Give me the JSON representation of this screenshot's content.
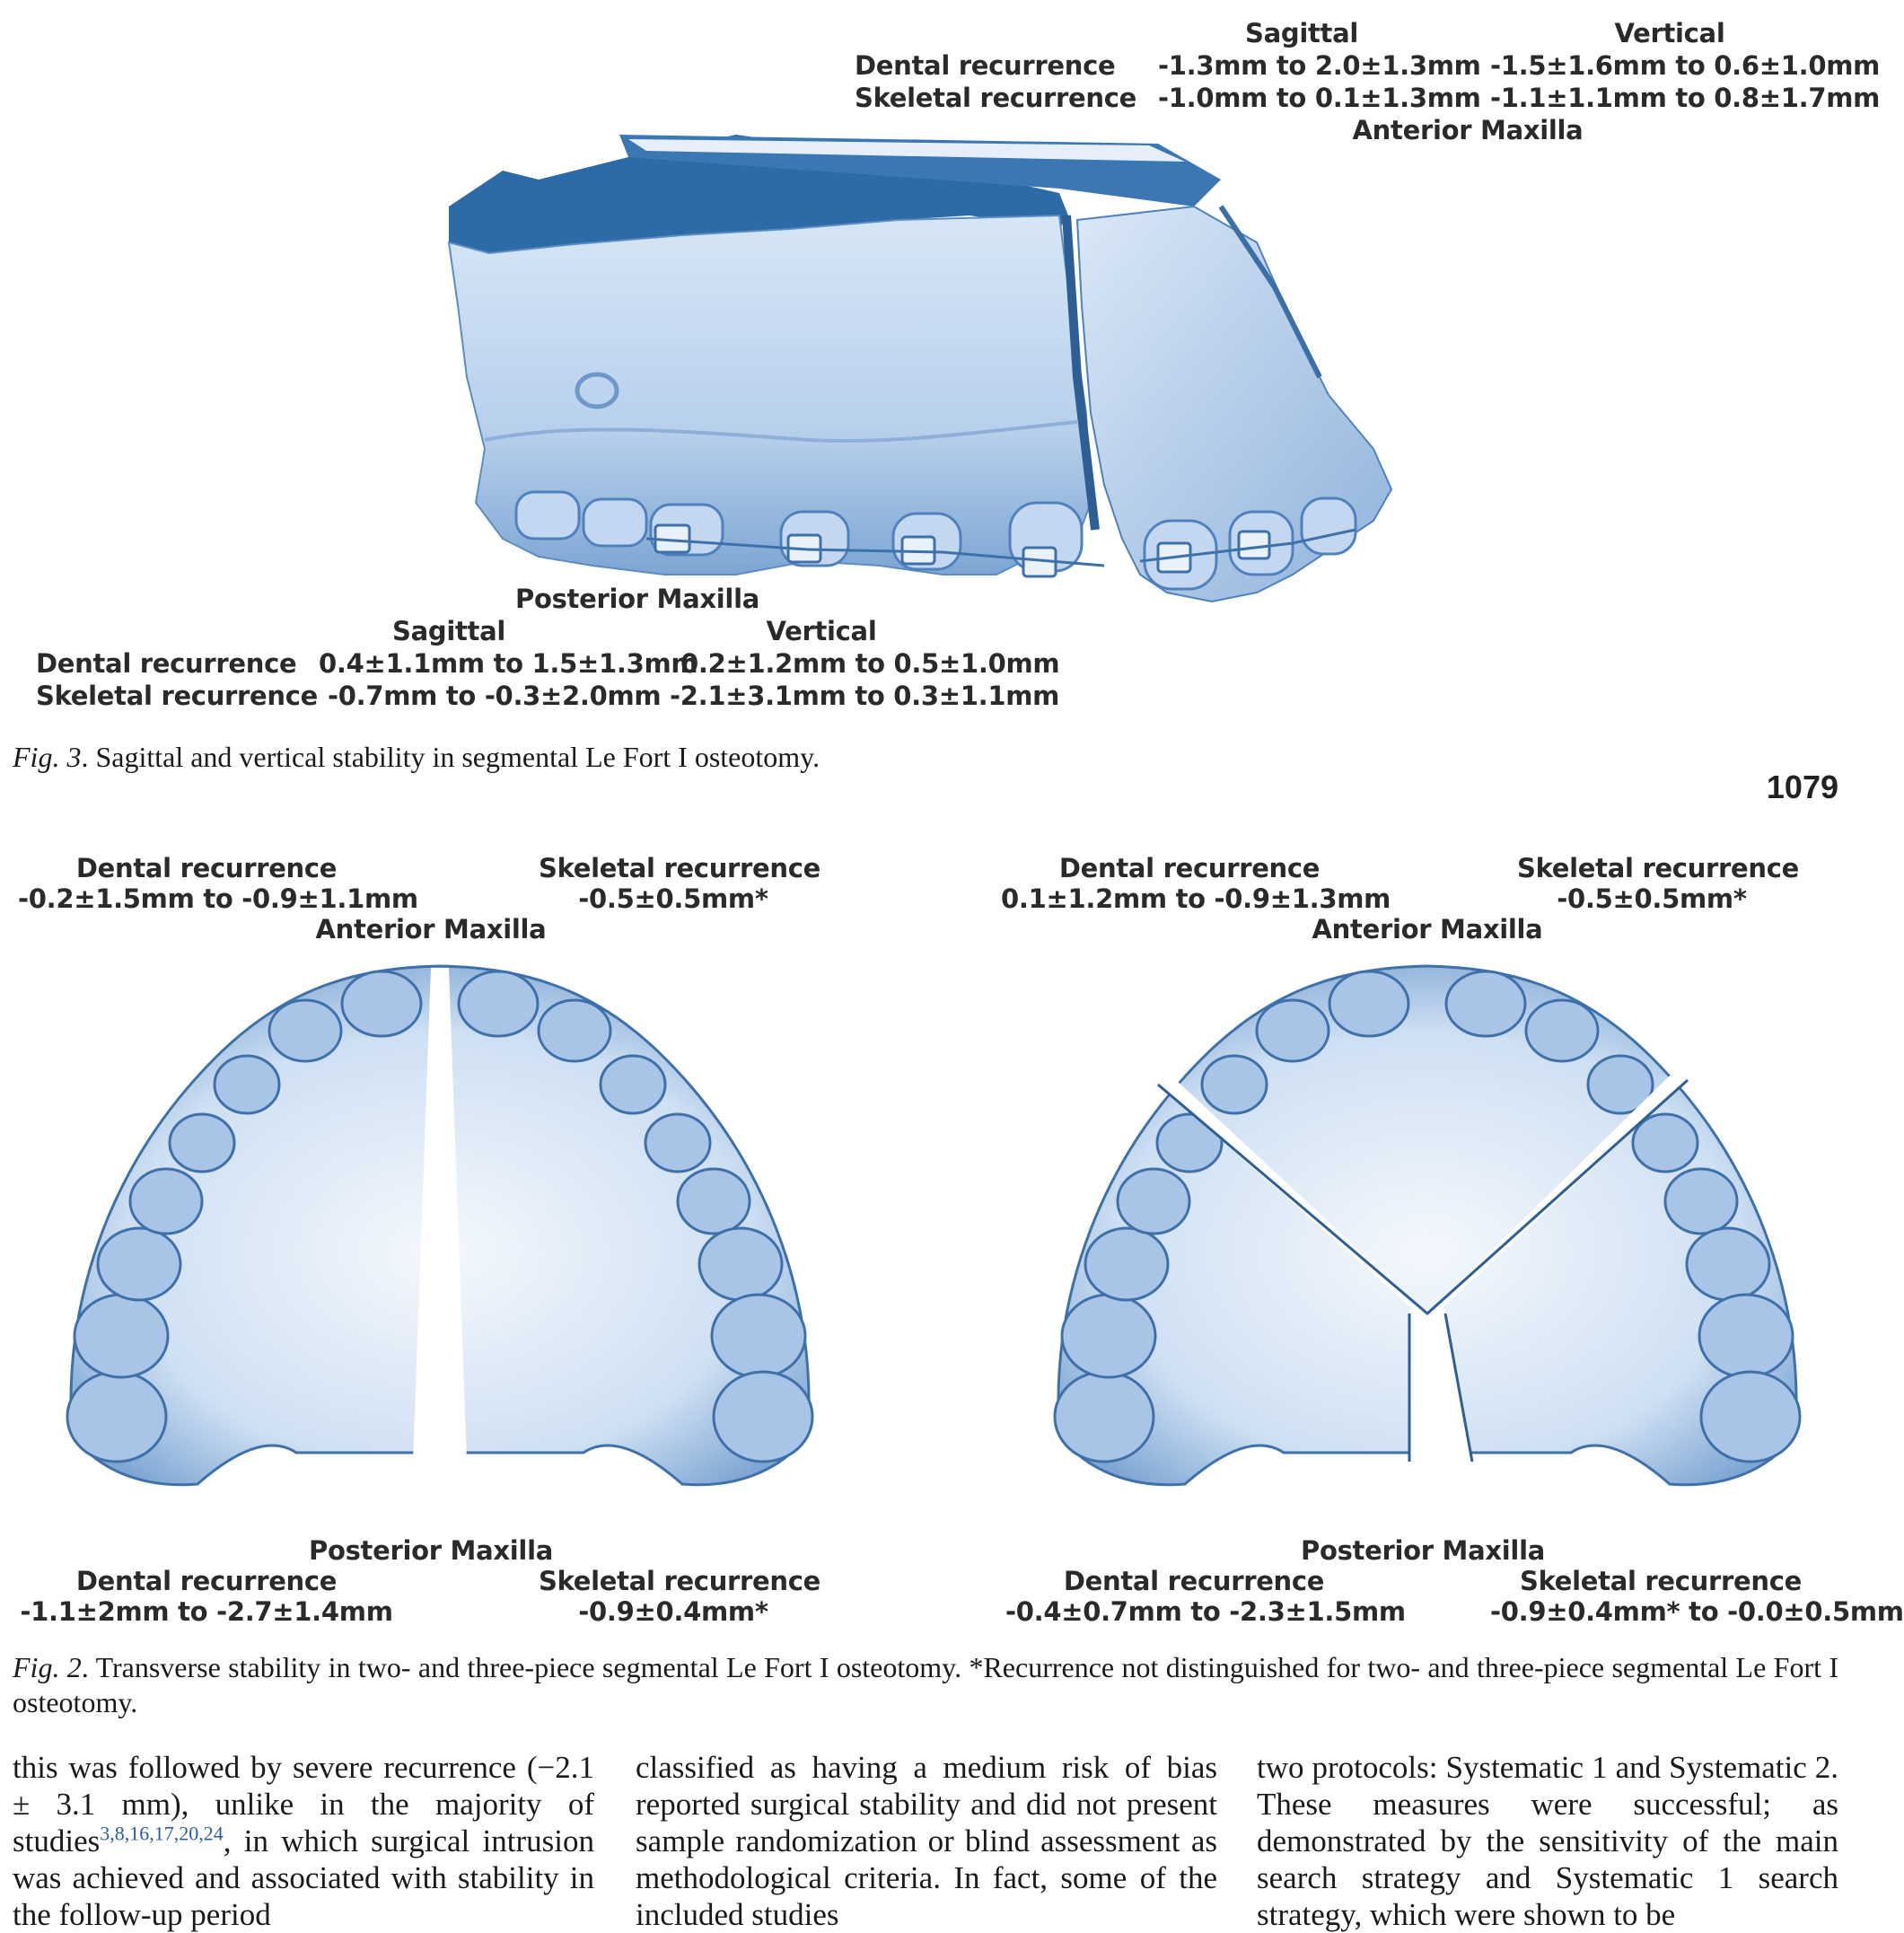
{
  "fig3": {
    "anterior": {
      "title": "Anterior Maxilla",
      "col_sagittal": "Sagittal",
      "col_vertical": "Vertical",
      "row_dental": "Dental recurrence",
      "row_skeletal": "Skeletal recurrence",
      "dental_sagittal": "-1.3mm to 2.0±1.3mm",
      "dental_vertical": "-1.5±1.6mm to 0.6±1.0mm",
      "skeletal_sagittal": "-1.0mm to 0.1±1.3mm",
      "skeletal_vertical": "-1.1±1.1mm to 0.8±1.7mm"
    },
    "posterior": {
      "title": "Posterior Maxilla",
      "col_sagittal": "Sagittal",
      "col_vertical": "Vertical",
      "row_dental": "Dental recurrence",
      "row_skeletal": "Skeletal recurrence",
      "dental_sagittal": "0.4±1.1mm to 1.5±1.3mm",
      "dental_vertical": "0.2±1.2mm to 0.5±1.0mm",
      "skeletal_sagittal": "-0.7mm  to -0.3±2.0mm",
      "skeletal_vertical": "-2.1±3.1mm to 0.3±1.1mm"
    },
    "caption_label": "Fig. 3",
    "caption_text": ". Sagittal and vertical stability in segmental Le Fort I osteotomy."
  },
  "page_number": "1079",
  "fig2": {
    "left": {
      "top_dental_label": "Dental recurrence",
      "top_dental_value": "-0.2±1.5mm to -0.9±1.1mm",
      "top_skeletal_label": "Skeletal recurrence",
      "top_skeletal_value": "-0.5±0.5mm*",
      "anterior": "Anterior Maxilla",
      "posterior": "Posterior Maxilla",
      "bottom_dental_label": "Dental recurrence",
      "bottom_dental_value": "-1.1±2mm to -2.7±1.4mm",
      "bottom_skeletal_label": "Skeletal recurrence",
      "bottom_skeletal_value": "-0.9±0.4mm*"
    },
    "right": {
      "top_dental_label": "Dental recurrence",
      "top_dental_value": "0.1±1.2mm to -0.9±1.3mm",
      "top_skeletal_label": "Skeletal recurrence",
      "top_skeletal_value": "-0.5±0.5mm*",
      "anterior": "Anterior Maxilla",
      "posterior": "Posterior Maxilla",
      "bottom_dental_label": "Dental recurrence",
      "bottom_dental_value": "-0.4±0.7mm to -2.3±1.5mm",
      "bottom_skeletal_label": "Skeletal recurrence",
      "bottom_skeletal_value": "-0.9±0.4mm* to -0.0±0.5mm"
    },
    "caption_label": "Fig. 2",
    "caption_text": ". Transverse stability in two- and three-piece segmental Le Fort I osteotomy. *Recurrence not distinguished for two- and three-piece segmental Le Fort I osteotomy."
  },
  "body": {
    "col1_a": "this was followed by severe recurrence (−2.1 ± 3.1 mm), unlike in the majority of studies",
    "col1_cite": "3,8,16,17,20,24",
    "col1_b": ", in which surgical intrusion was achieved and associated with stability in the follow-up period",
    "col2": "classified as having a medium risk of bias reported surgical stability and did not present sample randomization or blind assessment as methodological criteria. In fact, some of the included studies",
    "col3": "two protocols: Systematic 1 and Systematic 2. These measures were successful; as demonstrated by the sensitivity of the main search strategy and Systematic 1 search strategy, which were shown to be"
  },
  "colors": {
    "model_light": "#cfe0f3",
    "model_mid": "#8fb3dc",
    "model_dark": "#2d6aa8",
    "cite": "#2a5d9a"
  }
}
